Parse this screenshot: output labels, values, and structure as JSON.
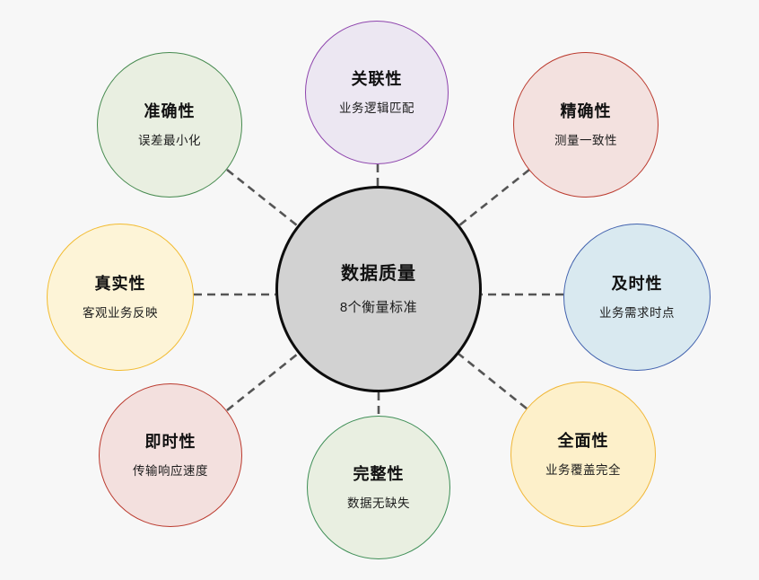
{
  "diagram": {
    "title_context": "数据质量8个衡量标准关系图",
    "center": {
      "title": "数据质量",
      "subtitle": "8个衡量标准",
      "fill": "#d2d2d2",
      "stroke": "#0d0d0d"
    },
    "nodes": [
      {
        "position": "top",
        "title": "关联性",
        "subtitle": "业务逻辑匹配",
        "fill": "#ece7f2",
        "stroke": "#8e44ad"
      },
      {
        "position": "top-left",
        "title": "准确性",
        "subtitle": "误差最小化",
        "fill": "#e9efe1",
        "stroke": "#468a4f"
      },
      {
        "position": "top-right",
        "title": "精确性",
        "subtitle": "测量一致性",
        "fill": "#f3e1df",
        "stroke": "#bb3a2e"
      },
      {
        "position": "left",
        "title": "真实性",
        "subtitle": "客观业务反映",
        "fill": "#fdf4d7",
        "stroke": "#f2bb30"
      },
      {
        "position": "right",
        "title": "及时性",
        "subtitle": "业务需求时点",
        "fill": "#d9e9f0",
        "stroke": "#4262ae"
      },
      {
        "position": "bottom-left",
        "title": "即时性",
        "subtitle": "传输响应速度",
        "fill": "#f3e0de",
        "stroke": "#bb3a2e"
      },
      {
        "position": "bottom",
        "title": "完整性",
        "subtitle": "数据无缺失",
        "fill": "#e9efe1",
        "stroke": "#3e8e56"
      },
      {
        "position": "bottom-right",
        "title": "全面性",
        "subtitle": "业务覆盖完全",
        "fill": "#fdf0ca",
        "stroke": "#f0b636"
      }
    ],
    "colors": {
      "background": "#f7f7f7",
      "connector": "#555555",
      "center_fill": "#d2d2d2",
      "center_stroke": "#0d0d0d"
    }
  }
}
